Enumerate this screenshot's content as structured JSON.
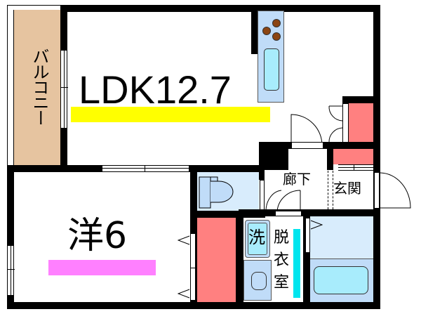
{
  "floorplan": {
    "rooms": {
      "ldk": {
        "label": "LDK12.7",
        "underline_color": "#ffff00"
      },
      "western": {
        "label": "洋6",
        "underline_color": "#ff80ff"
      },
      "balcony": {
        "label": "バルコニー",
        "fill": "#e6c4a0"
      },
      "hallway": {
        "label": "廊下"
      },
      "entrance": {
        "label": "玄関"
      },
      "washroom": {
        "label_chars": [
          "脱",
          "衣",
          "室"
        ],
        "accent_color": "#00e5ee"
      },
      "washer": {
        "label": "洗"
      }
    },
    "colors": {
      "wall": "#000000",
      "storage": "#ff8080",
      "fixture_light": "#d8ecfc",
      "fixture_mid": "#c0dcf8",
      "fixture_aqua": "#a8ecfc",
      "burner": "#8b4513"
    }
  }
}
